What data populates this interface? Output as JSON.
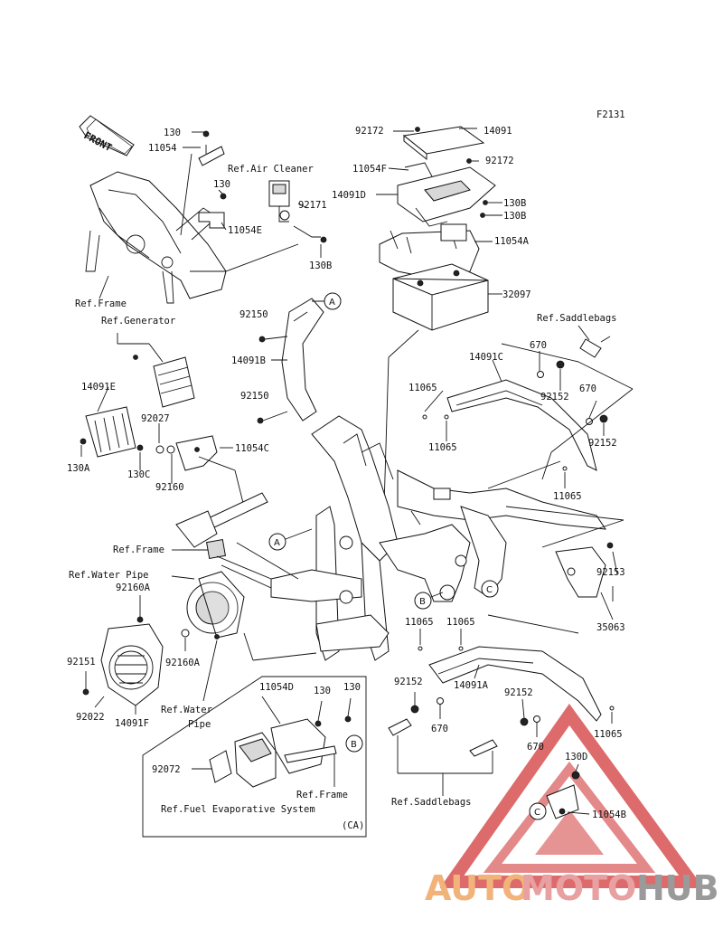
{
  "figure_id": "F2131",
  "front_label": "FRONT",
  "refs": {
    "air_cleaner": "Ref.Air Cleaner",
    "frame_top": "Ref.Frame",
    "generator": "Ref.Generator",
    "frame_mid": "Ref.Frame",
    "water_pipe_top": "Ref.Water Pipe",
    "water_pipe_bottom_1": "Ref.Water",
    "water_pipe_bottom_2": "Pipe",
    "saddlebags_top": "Ref.Saddlebags",
    "saddlebags_bottom": "Ref.Saddlebags",
    "frame_inset": "Ref.Frame",
    "fuel_evap": "Ref.Fuel Evaporative System",
    "ca": "(CA)"
  },
  "callouts": {
    "a": "A",
    "b": "B",
    "c": "C"
  },
  "parts": {
    "p130_a": "130",
    "p11054": "11054",
    "p130_b": "130",
    "p11054E": "11054E",
    "p92171": "92171",
    "p130B_a": "130B",
    "p92172_a": "92172",
    "p14091": "14091",
    "p11054F": "11054F",
    "p92172_b": "92172",
    "p14091D": "14091D",
    "p130B_b": "130B",
    "p130B_c": "130B",
    "p11054A": "11054A",
    "p32097": "32097",
    "p92150_a": "92150",
    "p14091B": "14091B",
    "p92150_b": "92150",
    "p14091E": "14091E",
    "p92027": "92027",
    "p11054C": "11054C",
    "p130A": "130A",
    "p130C": "130C",
    "p92160": "92160",
    "p670_a": "670",
    "p14091C": "14091C",
    "p11065_a": "11065",
    "p92152_a": "92152",
    "p670_b": "670",
    "p11065_b": "11065",
    "p92152_b": "92152",
    "p11065_c": "11065",
    "p92153": "92153",
    "p35063": "35063",
    "p92160A_a": "92160A",
    "p11065_d": "11065",
    "p11065_e": "11065",
    "p92160A_b": "92160A",
    "p92151": "92151",
    "p92022": "92022",
    "p14091F": "14091F",
    "p11054D": "11054D",
    "p130_c": "130",
    "p130_d": "130",
    "p92152_c": "92152",
    "p14091A": "14091A",
    "p92152_d": "92152",
    "p670_c": "670",
    "p670_d": "670",
    "p11065_f": "11065",
    "p92072": "92072",
    "p130D": "130D",
    "p11054B": "11054B"
  },
  "watermark": {
    "auto": "AUTO",
    "moto": "MOTO",
    "hub": "HUB"
  },
  "colors": {
    "watermark_red": "#d23a3a",
    "watermark_orange": "#f2a35a",
    "watermark_gray": "#8f8f8f"
  }
}
